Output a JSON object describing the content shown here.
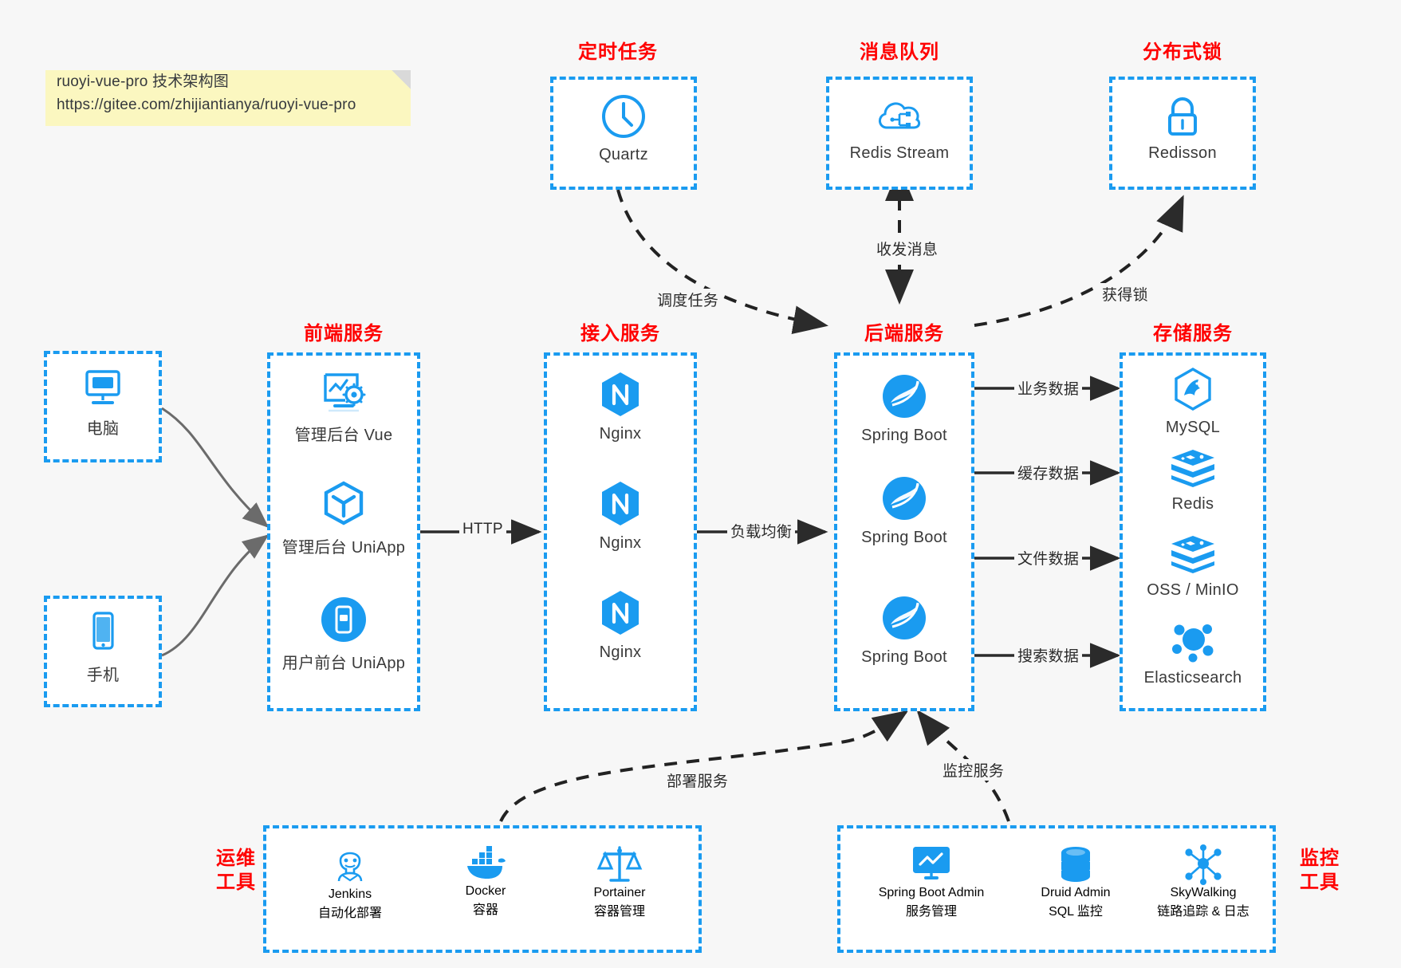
{
  "note": {
    "line1": "ruoyi-vue-pro 技术架构图",
    "line2": "https://gitee.com/zhijiantianya/ruoyi-vue-pro"
  },
  "colors": {
    "accent": "#1a9bf0",
    "title_red": "#ff0000",
    "background": "#f7f7f7",
    "note_bg": "#fbf7c0",
    "arrow": "#2b2b2b",
    "client_arrow": "#6b6b6b"
  },
  "groups": {
    "scheduler": {
      "title": "定时任务"
    },
    "mq": {
      "title": "消息队列"
    },
    "lock": {
      "title": "分布式锁"
    },
    "frontend": {
      "title": "前端服务"
    },
    "gateway": {
      "title": "接入服务"
    },
    "backend": {
      "title": "后端服务"
    },
    "storage": {
      "title": "存储服务"
    },
    "devops": {
      "title_line1": "运维",
      "title_line2": "工具"
    },
    "monitor": {
      "title_line1": "监控",
      "title_line2": "工具"
    }
  },
  "clients": [
    {
      "label": "电脑",
      "icon": "desktop-computer-icon"
    },
    {
      "label": "手机",
      "icon": "mobile-phone-icon"
    }
  ],
  "scheduler_nodes": [
    {
      "label": "Quartz",
      "icon": "clock-icon"
    }
  ],
  "mq_nodes": [
    {
      "label": "Redis Stream",
      "icon": "cloud-stream-icon"
    }
  ],
  "lock_nodes": [
    {
      "label": "Redisson",
      "icon": "padlock-icon"
    }
  ],
  "frontend_nodes": [
    {
      "label": "管理后台 Vue",
      "icon": "dashboard-gear-icon"
    },
    {
      "label": "管理后台 UniApp",
      "icon": "hexagon-cube-icon"
    },
    {
      "label": "用户前台 UniApp",
      "icon": "mobile-app-icon"
    }
  ],
  "gateway_nodes": [
    {
      "label": "Nginx",
      "icon": "nginx-icon"
    },
    {
      "label": "Nginx",
      "icon": "nginx-icon"
    },
    {
      "label": "Nginx",
      "icon": "nginx-icon"
    }
  ],
  "backend_nodes": [
    {
      "label": "Spring Boot",
      "icon": "spring-boot-icon"
    },
    {
      "label": "Spring Boot",
      "icon": "spring-boot-icon"
    },
    {
      "label": "Spring Boot",
      "icon": "spring-boot-icon"
    }
  ],
  "storage_nodes": [
    {
      "label": "MySQL",
      "icon": "mysql-icon"
    },
    {
      "label": "Redis",
      "icon": "redis-icon"
    },
    {
      "label": "OSS / MinIO",
      "icon": "object-storage-icon"
    },
    {
      "label": "Elasticsearch",
      "icon": "elasticsearch-icon"
    }
  ],
  "devops_nodes": [
    {
      "label": "Jenkins",
      "sublabel": "自动化部署",
      "icon": "jenkins-icon"
    },
    {
      "label": "Docker",
      "sublabel": "容器",
      "icon": "docker-icon"
    },
    {
      "label": "Portainer",
      "sublabel": "容器管理",
      "icon": "portainer-scales-icon"
    }
  ],
  "monitor_nodes": [
    {
      "label": "Spring Boot Admin",
      "sublabel": "服务管理",
      "icon": "monitor-chart-icon"
    },
    {
      "label": "Druid Admin",
      "sublabel": "SQL 监控",
      "icon": "database-stack-icon"
    },
    {
      "label": "SkyWalking",
      "sublabel": "链路追踪 & 日志",
      "icon": "skywalking-icon"
    }
  ],
  "edge_labels": {
    "http": "HTTP",
    "load_balance": "负载均衡",
    "schedule_task": "调度任务",
    "send_receive_message": "收发消息",
    "acquire_lock": "获得锁",
    "business_data": "业务数据",
    "cache_data": "缓存数据",
    "file_data": "文件数据",
    "search_data": "搜索数据",
    "deploy_service": "部署服务",
    "monitor_service": "监控服务"
  }
}
